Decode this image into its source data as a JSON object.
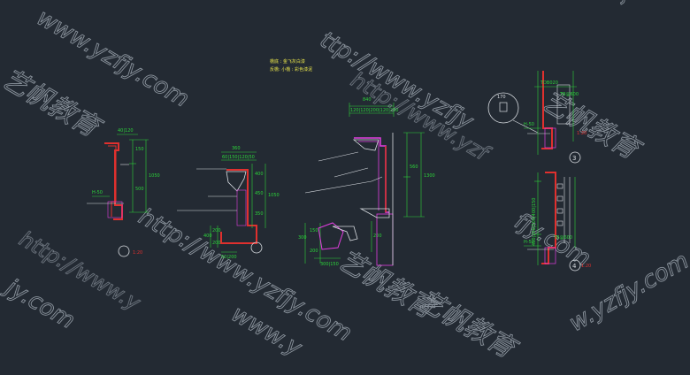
{
  "colors": {
    "background": "#232a33",
    "wall_red": "#e0302e",
    "magenta": "#e23ee0",
    "dimension_green": "#2cd33a",
    "yellow_line": "#e6e24a",
    "leader_white": "#d9dde2",
    "watermark": "#aeb7c1"
  },
  "watermark": {
    "url": "http://www.yzfjy.com",
    "brand": "艺帆教育",
    "fragments": {
      "a": "www.yzfjy.com",
      "b": "http://www.yzfjy.com",
      "c": "w.yzfjy.com",
      "d": "fjy.com",
      "e": "ttp://www.yzfjy",
      "f": "http://www.y",
      "g": "jy.com",
      "h": "http://www.yzf",
      "i": "yzfjy",
      "j": "www.y"
    }
  },
  "notes": {
    "line1": "檐底 : 金飞灰白漆",
    "line2": "反檐: 小檐 : 彩色漆泥"
  },
  "details": {
    "d1": {
      "top_dims": "40|120",
      "v1": "150",
      "v2": "1050",
      "v3": "500",
      "level": "H-50",
      "scale": "1:20"
    },
    "d2": {
      "top": "360",
      "top_split": "60|150|120|50",
      "v1": "400",
      "v2": "1050",
      "v3": "450",
      "v4": "350",
      "v5": "400",
      "v6": "200",
      "v7": "200",
      "bottom": "50|200"
    },
    "d3": {
      "top": "840",
      "top_split": "120|120|200|120|280",
      "v1": "560",
      "v2": "1300",
      "left1": "300",
      "left2": "150",
      "left3": "200",
      "right": "200",
      "bottom": "300|150"
    },
    "d4": {
      "tag": "170",
      "top_label": "TDB020",
      "dim": "TB@600",
      "level": "H-50",
      "callout": "3",
      "scale": "1:20"
    },
    "d5": {
      "v_stack": "450|200|500|400|150",
      "dim": "TB@600",
      "level": "H-50",
      "callout": "4",
      "scale": "1:20"
    }
  }
}
